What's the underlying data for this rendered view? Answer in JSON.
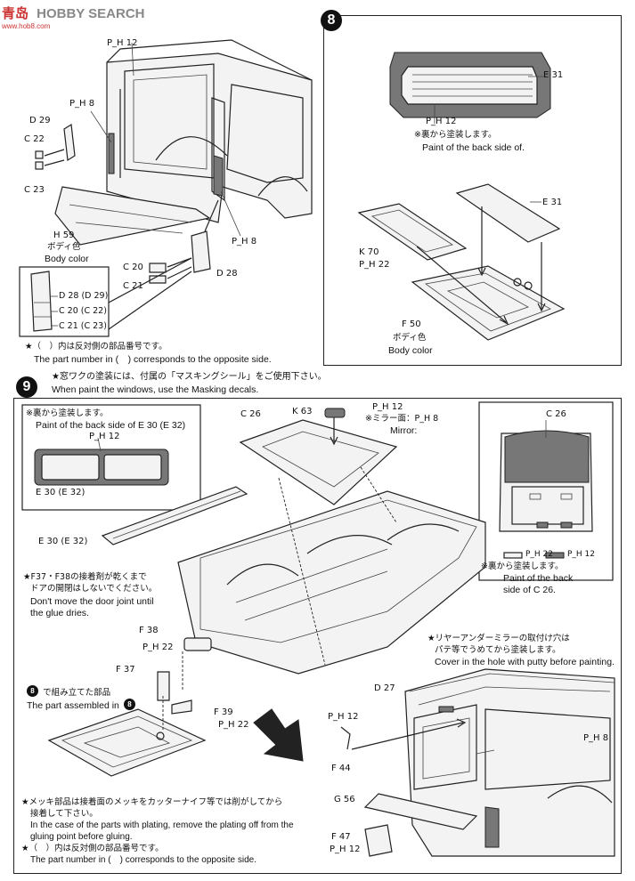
{
  "watermark": {
    "cn": "青岛",
    "site": "HOBBY SEARCH",
    "url": "www.hob8.com"
  },
  "step7": {
    "labels": {
      "ph12_top": "P_H 12",
      "ph8_left": "P_H 8",
      "d29": "D 29",
      "c22": "C 22",
      "c23": "C 23",
      "h59": "H 59",
      "h59_jp": "ボディ色",
      "h59_en": "Body color",
      "ph8_right": "P_H 8",
      "c20": "C 20",
      "c21": "C 21",
      "d28": "D 28",
      "inset_d": "D 28 (D 29)",
      "inset_c20": "C 20 (C 22)",
      "inset_c21": "C 21 (C 23)"
    },
    "note_jp": "★（　）内は反対側の部品番号です。",
    "note_en": "The part number in (　) corresponds to the opposite side."
  },
  "step8": {
    "number": "8",
    "labels": {
      "e31_top": "E 31",
      "ph12": "P_H 12",
      "back_jp": "※裏から塗装します。",
      "back_en": "Paint of the back side of.",
      "e31_mid": "E 31",
      "k70": "K 70",
      "ph22": "P_H 22",
      "f50": "F 50",
      "f50_jp": "ボディ色",
      "f50_en": "Body color"
    }
  },
  "step9": {
    "number": "9",
    "header_jp": "★窓ワクの塗装には、付属の「マスキングシール」をご使用下さい。",
    "header_en": "When paint the windows, use the Masking decals.",
    "inset_left": {
      "jp": "※裏から塗装します。",
      "en": "Paint of the back side of  E 30 (E 32)",
      "ph12": "P_H 12",
      "part": "E 30 (E 32)"
    },
    "inset_right": {
      "c26": "C 26",
      "ph22": "P_H 22",
      "ph12": "P_H 12",
      "jp": "※裏から塗装します。",
      "en1": "Paint of the back",
      "en2": "side of C 26."
    },
    "labels": {
      "c26": "C 26",
      "k63": "K 63",
      "ph12": "P_H 12",
      "mirror_jp": "※ミラー面：P_H 8",
      "mirror_en": "Mirror:",
      "e30": "E 30 (E 32)",
      "f38": "F 38",
      "ph22_a": "P_H 22",
      "f37": "F 37",
      "f39": "F 39",
      "ph22_b": "P_H 22",
      "step8_jp": "で組み立てた部品",
      "step8_en": "The part assembled in",
      "d27": "D 27",
      "ph8": "P_H 8",
      "ph12_b": "P_H 12",
      "f44": "F 44",
      "g56": "G 56",
      "f47": "F 47",
      "ph12_c": "P_H 12"
    },
    "glue_note": {
      "jp1": "★F37・F38の接着剤が乾くまで",
      "jp2": "ドアの開閉はしないでください。",
      "en1": "Don't move the door joint until",
      "en2": "the glue dries."
    },
    "mirror_note": {
      "jp": "★リヤーアンダーミラーの取付け穴は",
      "jp2": "パテ等でうめてから塗装します。",
      "en": "Cover in the hole with putty before painting."
    },
    "plating_note": {
      "jp1": "★メッキ部品は接着面のメッキをカッターナイフ等では削がしてから",
      "jp2": "接着して下さい。",
      "en1": "In the case of the parts with plating, remove the plating off from the",
      "en2": "gluing point before gluing.",
      "jp3": "★（　）内は反対側の部品番号です。",
      "en3": "The part number in (　) corresponds to the opposite side."
    }
  }
}
